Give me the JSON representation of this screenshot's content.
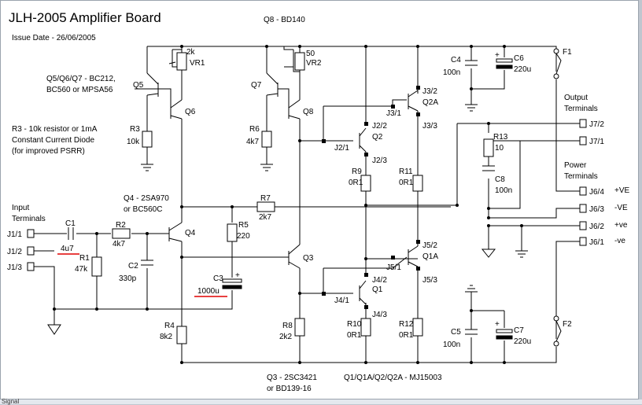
{
  "title": "JLH-2005 Amplifier Board",
  "issue_date": "Issue Date - 26/06/2005",
  "notes": {
    "q8": "Q8 - BD140",
    "q5q6q7_l1": "Q5/Q6/Q7 - BC212,",
    "q5q6q7_l2": "BC560 or MPSA56",
    "r3_l1": "R3 - 10k resistor or 1mA",
    "r3_l2": "Constant Current Diode",
    "r3_l3": "(for improved PSRR)",
    "q4_l1": "Q4 - 2SA970",
    "q4_l2": "or BC560C",
    "q3_l1": "Q3 - 2SC3421",
    "q3_l2": "or BD139-16",
    "output_q": "Q1/Q1A/Q2/Q2A - MJ15003"
  },
  "sections": {
    "input_l1": "Input",
    "input_l2": "Terminals",
    "output_l1": "Output",
    "output_l2": "Terminals",
    "power_l1": "Power",
    "power_l2": "Terminals"
  },
  "terminals": {
    "j1_1": "J1/1",
    "j1_2": "J1/2",
    "j1_3": "J1/3",
    "j7_2": "J7/2",
    "j7_1": "J7/1",
    "j6_4": "J6/4",
    "j6_3": "J6/3",
    "j6_2": "J6/2",
    "j6_1": "J6/1",
    "j6_4_lbl": "+VE",
    "j6_3_lbl": "-VE",
    "j6_2_lbl": "+ve",
    "j6_1_lbl": "-ve"
  },
  "components": {
    "c1": "C1",
    "c1_val": "4u7",
    "r1": "R1",
    "r1_val": "47k",
    "r2": "R2",
    "r2_val": "4k7",
    "c2": "C2",
    "c2_val": "330p",
    "q4": "Q4",
    "r3": "R3",
    "r3_val": "10k",
    "q5": "Q5",
    "q6": "Q6",
    "vr1_val": "2k",
    "vr1": "VR1",
    "q7": "Q7",
    "q8": "Q8",
    "vr2_val": "50",
    "vr2": "VR2",
    "r6": "R6",
    "r6_val": "4k7",
    "r7": "R7",
    "r7_val": "2k7",
    "r5": "R5",
    "r5_val": "220",
    "c3": "C3",
    "c3_val": "1000u",
    "r4": "R4",
    "r4_val": "8k2",
    "q3": "Q3",
    "r8": "R8",
    "r8_val": "2k2",
    "j2_1": "J2/1",
    "j2_2": "J2/2",
    "j2_3": "J2/3",
    "q2": "Q2",
    "j3_1": "J3/1",
    "j3_2": "J3/2",
    "j3_3": "J3/3",
    "q2a": "Q2A",
    "r9": "R9",
    "r9_val": "0R1",
    "r11": "R11",
    "r11_val": "0R1",
    "j4_1": "J4/1",
    "j4_2": "J4/2",
    "j4_3": "J4/3",
    "q1": "Q1",
    "j5_1": "J5/1",
    "j5_2": "J5/2",
    "j5_3": "J5/3",
    "q1a": "Q1A",
    "r10": "R10",
    "r10_val": "0R1",
    "r12": "R12",
    "r12_val": "0R1",
    "c4": "C4",
    "c4_val": "100n",
    "c6": "C6",
    "c6_val": "220u",
    "c5": "C5",
    "c5_val": "100n",
    "c7": "C7",
    "c7_val": "220u",
    "r13": "R13",
    "r13_val": "10",
    "c8": "C8",
    "c8_val": "100n",
    "f1": "F1",
    "f2": "F2"
  },
  "statusbar": "Signal"
}
